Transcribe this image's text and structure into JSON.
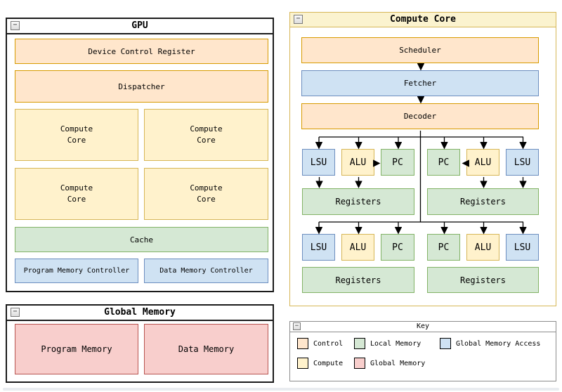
{
  "icons": {
    "collapse_glyph": "−"
  },
  "palette": {
    "control_fill": "#FFE6CC",
    "control_border": "#D79B00",
    "compute_fill": "#FFF2CC",
    "compute_border": "#D6B656",
    "local_memory_fill": "#D5E8D4",
    "local_memory_border": "#82B366",
    "global_memory_access_fill": "#CFE2F3",
    "global_memory_access_border": "#6C8EBF",
    "global_memory_fill": "#F8CECC",
    "global_memory_border": "#B85450"
  },
  "windows": {
    "gpu": {
      "title": "GPU",
      "device_control_register": "Device Control Register",
      "dispatcher": "Dispatcher",
      "compute_cores": [
        {
          "line1": "Compute",
          "line2": "Core"
        },
        {
          "line1": "Compute",
          "line2": "Core"
        },
        {
          "line1": "Compute",
          "line2": "Core"
        },
        {
          "line1": "Compute",
          "line2": "Core"
        }
      ],
      "cache": "Cache",
      "program_memory_controller": "Program Memory Controller",
      "data_memory_controller": "Data Memory Controller"
    },
    "global_memory": {
      "title": "Global Memory",
      "program_memory": "Program Memory",
      "data_memory": "Data Memory"
    },
    "compute_core": {
      "title": "Compute Core",
      "scheduler": "Scheduler",
      "fetcher": "Fetcher",
      "decoder": "Decoder",
      "row1_units": [
        "LSU",
        "ALU",
        "PC",
        "PC",
        "ALU",
        "LSU"
      ],
      "row1_registers": [
        "Registers",
        "Registers"
      ],
      "row2_units": [
        "LSU",
        "ALU",
        "PC",
        "PC",
        "ALU",
        "LSU"
      ],
      "row2_registers": [
        "Registers",
        "Registers"
      ]
    },
    "key": {
      "title": "Key",
      "entries": [
        {
          "label": "Control"
        },
        {
          "label": "Local Memory"
        },
        {
          "label": "Global Memory Access"
        },
        {
          "label": "Compute"
        },
        {
          "label": "Global Memory"
        }
      ]
    }
  }
}
